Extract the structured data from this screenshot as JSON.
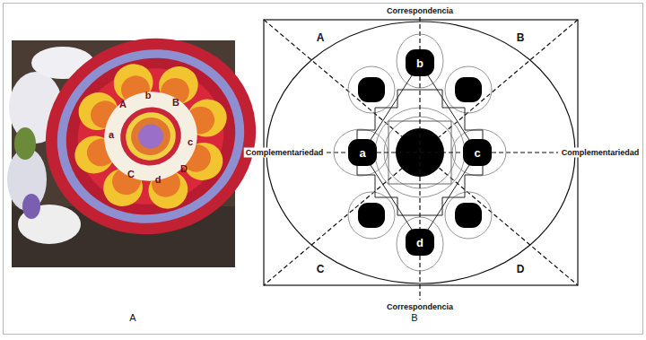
{
  "diagram": {
    "nodes": [
      {
        "text": [
          "b"
        ]
      },
      {
        "text": [
          "a"
        ]
      },
      {
        "text": [
          "c"
        ]
      },
      {
        "text": [
          "d"
        ]
      }
    ],
    "edges": [
      {
        "from": 1,
        "to": 2,
        "arrow": "none"
      },
      {
        "from": 0,
        "to": 3,
        "arrow": "none"
      }
    ],
    "labels": [
      "A",
      "b",
      "B",
      "a",
      "c",
      "C",
      "d",
      "D",
      "Correspondencia",
      "Complementariedad",
      "Complementariedad",
      "Correspondencia",
      "A",
      "B",
      "C",
      "D",
      "A",
      "B"
    ]
  }
}
